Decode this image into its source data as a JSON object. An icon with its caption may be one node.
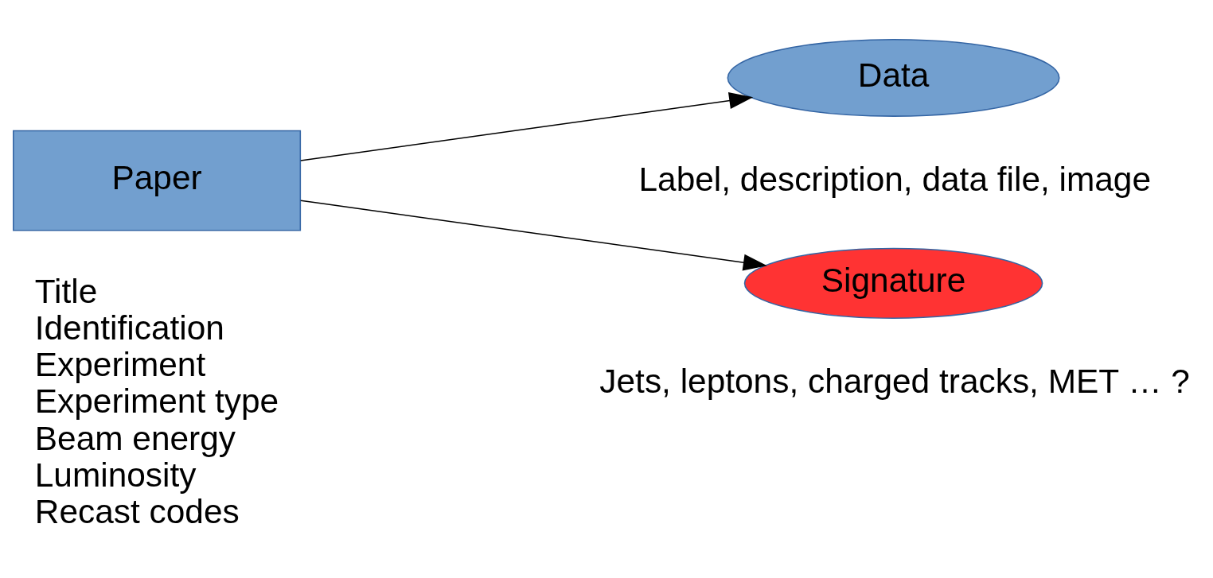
{
  "diagram": {
    "nodes": [
      {
        "text": [
          "Paper"
        ],
        "beside": [
          "Title",
          "Identification",
          "Experiment",
          "Experiment type",
          "Beam energy",
          "Luminosity",
          "Recast codes"
        ]
      },
      {
        "text": [
          "Data"
        ],
        "beside": [
          "Label, description, data file, image"
        ]
      },
      {
        "text": [
          "Signature"
        ],
        "beside": [
          "Jets, leptons, charged tracks, MET … ?"
        ]
      }
    ],
    "edges": [
      {
        "from": 0,
        "to": 1,
        "arrow": "to"
      },
      {
        "from": 0,
        "to": 2,
        "arrow": "to"
      }
    ]
  }
}
